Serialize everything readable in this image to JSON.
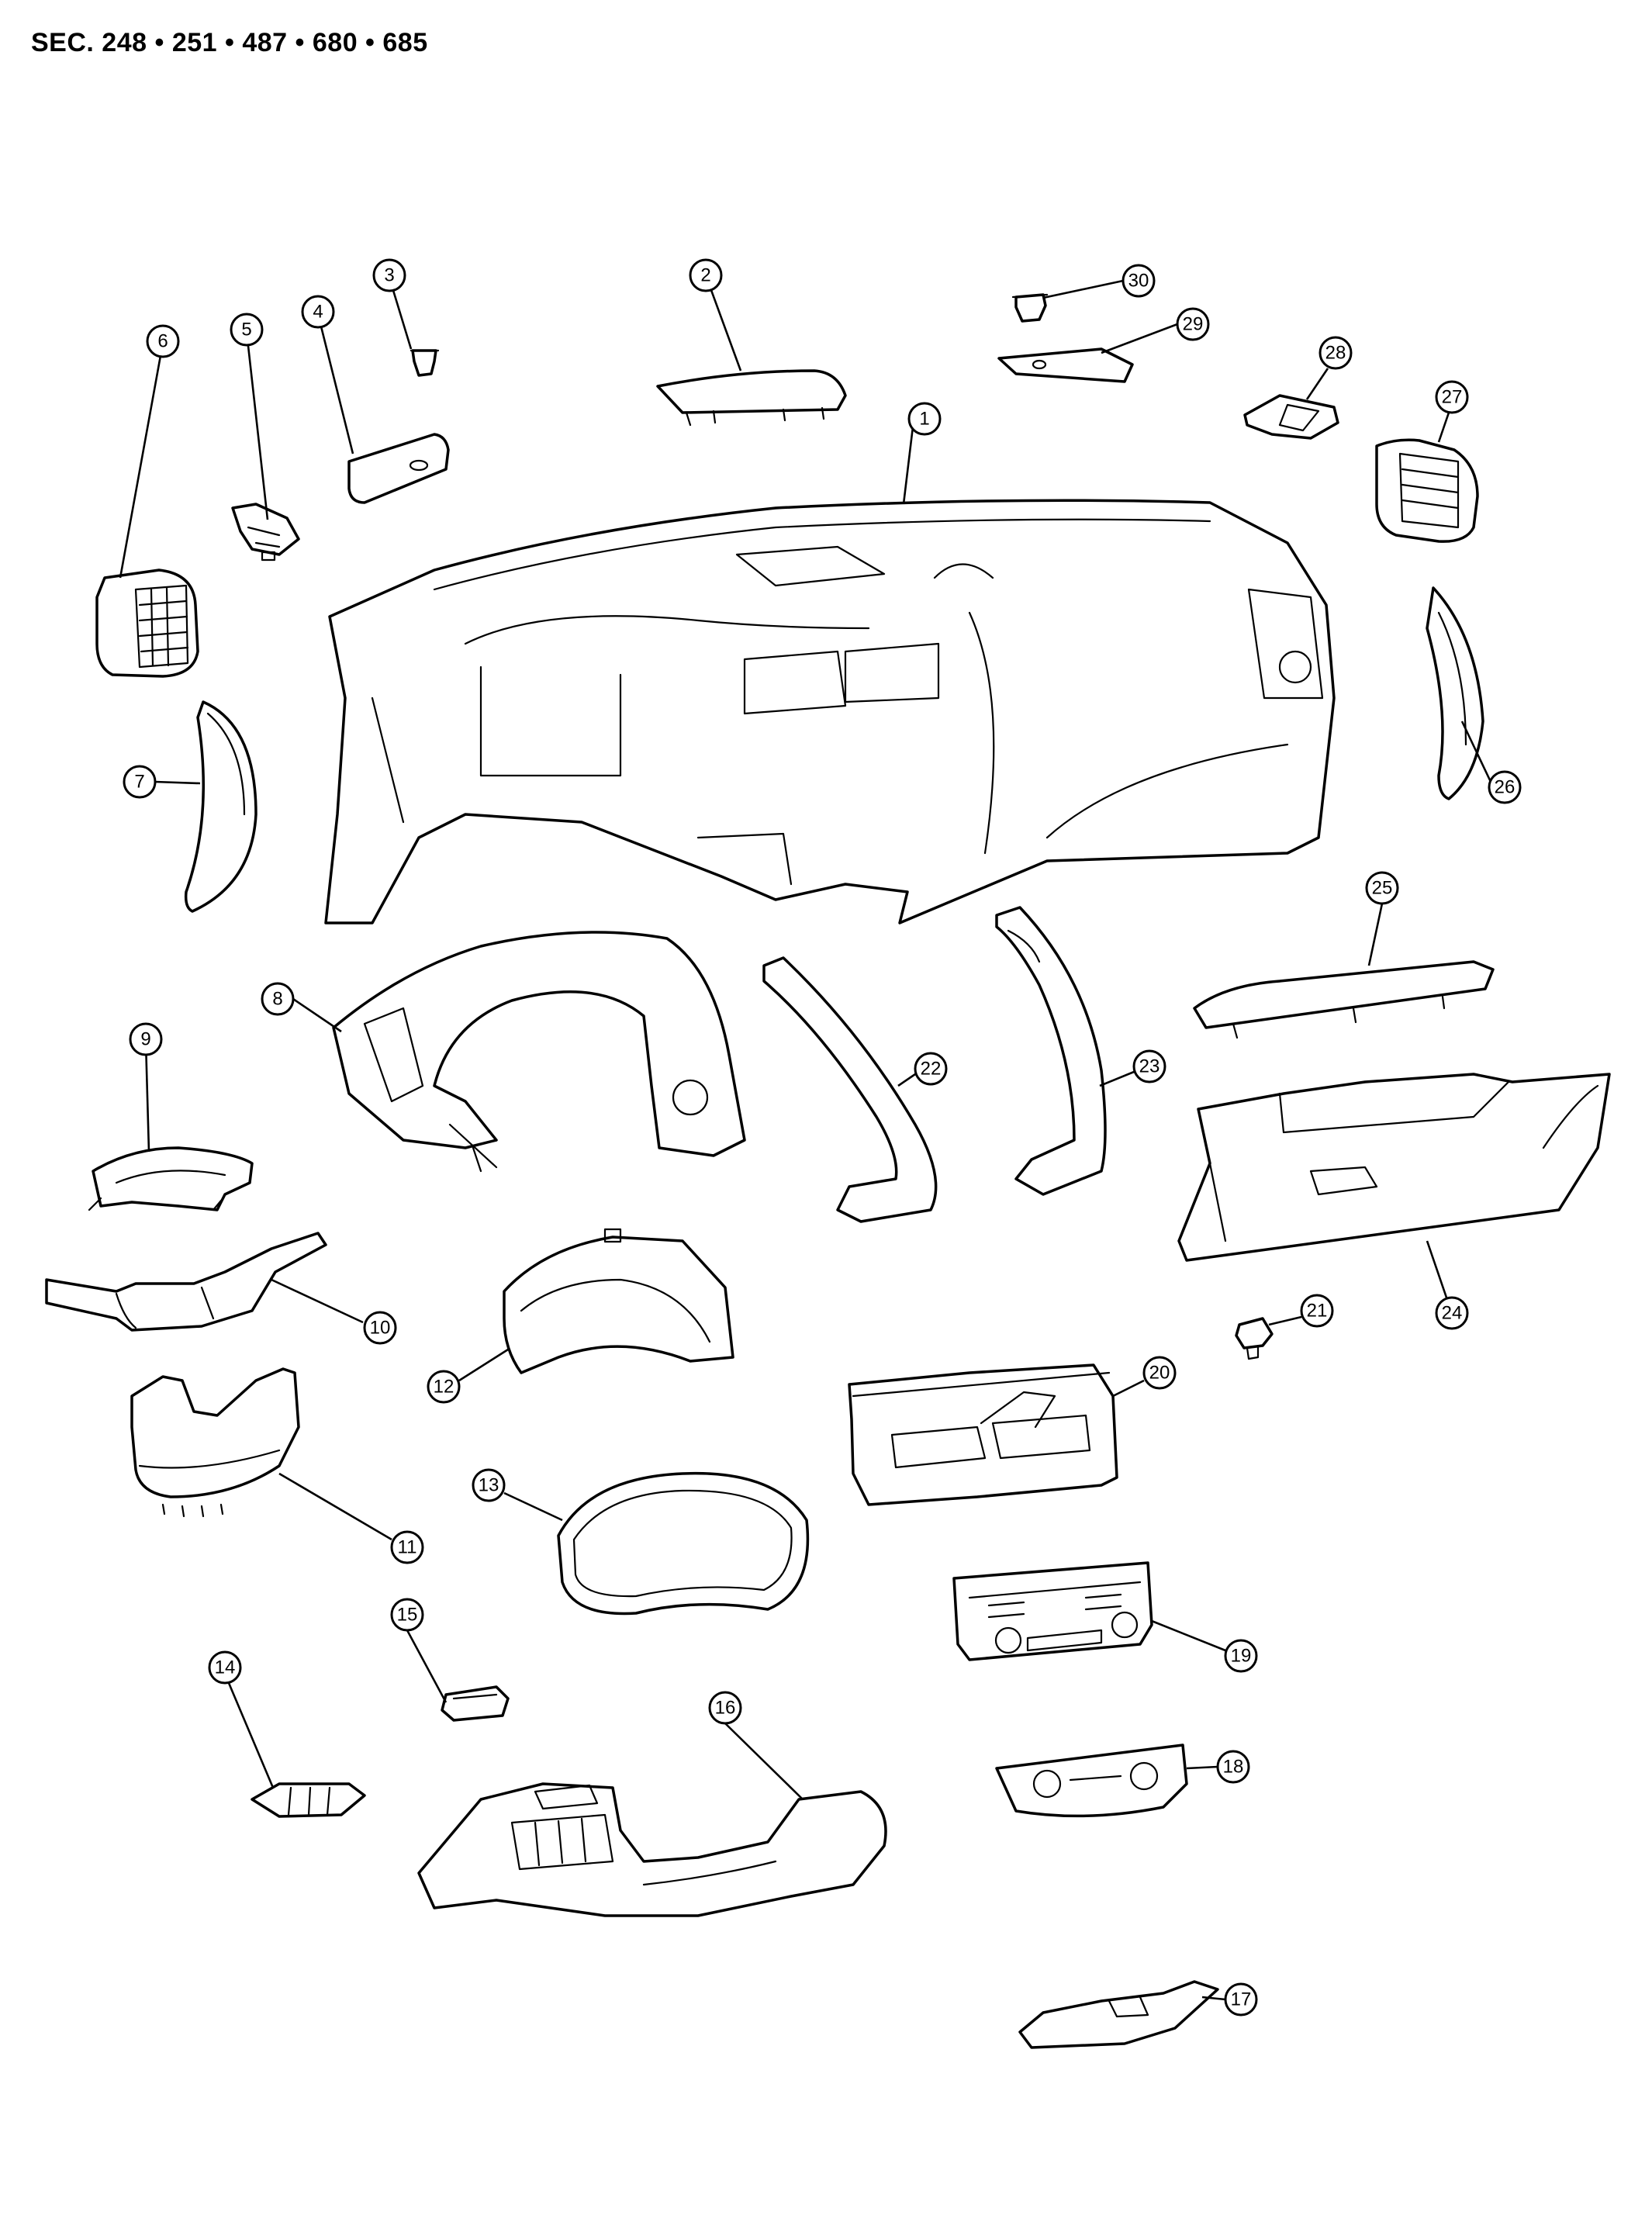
{
  "header": {
    "section_label": "SEC. 248 • 251 • 487 • 680 • 685"
  },
  "callouts": [
    "1",
    "2",
    "3",
    "4",
    "5",
    "6",
    "7",
    "8",
    "9",
    "10",
    "11",
    "12",
    "13",
    "14",
    "15",
    "16",
    "17",
    "18",
    "19",
    "20",
    "21",
    "22",
    "23",
    "24",
    "25",
    "26",
    "27",
    "28",
    "29",
    "30"
  ]
}
